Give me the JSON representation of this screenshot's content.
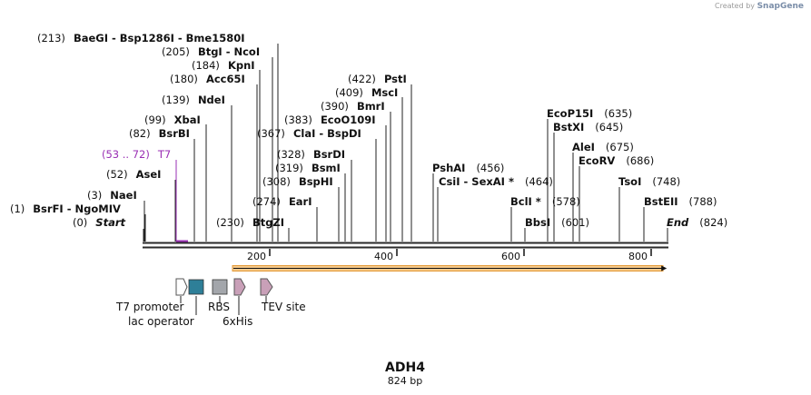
{
  "credit": {
    "prefix": "Created by",
    "brand": "SnapGene"
  },
  "sequence": {
    "name": "ADH4",
    "length_label": "824 bp",
    "length": 824
  },
  "axis": {
    "ticks": [
      "200",
      "400",
      "600",
      "800"
    ]
  },
  "sites": [
    {
      "pos": "(0)",
      "label": "Start",
      "italic": true
    },
    {
      "pos": "(1)",
      "label": "BsrFI  -  NgoMIV"
    },
    {
      "pos": "(3)",
      "label": "NaeI"
    },
    {
      "pos": "(52)",
      "label": "AseI"
    },
    {
      "pos": "(53 .. 72)",
      "label": "T7",
      "purple": true
    },
    {
      "pos": "(82)",
      "label": "BsrBI"
    },
    {
      "pos": "(99)",
      "label": "XbaI"
    },
    {
      "pos": "(139)",
      "label": "NdeI"
    },
    {
      "pos": "(180)",
      "label": "Acc65I"
    },
    {
      "pos": "(184)",
      "label": "KpnI"
    },
    {
      "pos": "(205)",
      "label": "BtgI  -  NcoI"
    },
    {
      "pos": "(213)",
      "label": "BaeGI  -  Bsp1286I  -  Bme1580I"
    },
    {
      "pos": "(230)",
      "label": "BtgZI"
    },
    {
      "pos": "(274)",
      "label": "EarI"
    },
    {
      "pos": "(308)",
      "label": "BspHI"
    },
    {
      "pos": "(319)",
      "label": "BsmI"
    },
    {
      "pos": "(328)",
      "label": "BsrDI"
    },
    {
      "pos": "(367)",
      "label": "ClaI  -  BspDI"
    },
    {
      "pos": "(383)",
      "label": "EcoO109I"
    },
    {
      "pos": "(390)",
      "label": "BmrI"
    },
    {
      "pos": "(409)",
      "label": "MscI"
    },
    {
      "pos": "(422)",
      "label": "PstI"
    },
    {
      "pos": "(456)",
      "label": "PshAI",
      "pos_after": true
    },
    {
      "pos": "(464)",
      "label": "CsiI  -  SexAI *",
      "pos_after": true
    },
    {
      "pos": "(578)",
      "label": "BclI *",
      "pos_after": true
    },
    {
      "pos": "(601)",
      "label": "BbsI",
      "pos_after": true
    },
    {
      "pos": "(635)",
      "label": "EcoP15I",
      "pos_after": true
    },
    {
      "pos": "(645)",
      "label": "BstXI",
      "pos_after": true
    },
    {
      "pos": "(675)",
      "label": "AleI",
      "pos_after": true
    },
    {
      "pos": "(686)",
      "label": "EcoRV",
      "pos_after": true
    },
    {
      "pos": "(748)",
      "label": "TsoI",
      "pos_after": true
    },
    {
      "pos": "(788)",
      "label": "BstEII",
      "pos_after": true
    },
    {
      "pos": "(824)",
      "label": "End",
      "pos_after": true,
      "italic": true
    }
  ],
  "legend": [
    {
      "name": "T7 promoter",
      "shape": "promoter",
      "color": "#ffffff"
    },
    {
      "name": "lac operator",
      "shape": "box",
      "color": "#2e7f98"
    },
    {
      "name": "RBS",
      "shape": "box",
      "color": "#a3a6ab"
    },
    {
      "name": "6xHis",
      "shape": "arrow",
      "color": "#c9a0b8"
    },
    {
      "name": "TEV site",
      "shape": "arrow",
      "color": "#c9a0b8"
    }
  ],
  "colors": {
    "orf": "#f6c98a",
    "orf_border": "#e39a38",
    "purple": "#9a2fb4",
    "backbone": "#2a2a2a"
  }
}
